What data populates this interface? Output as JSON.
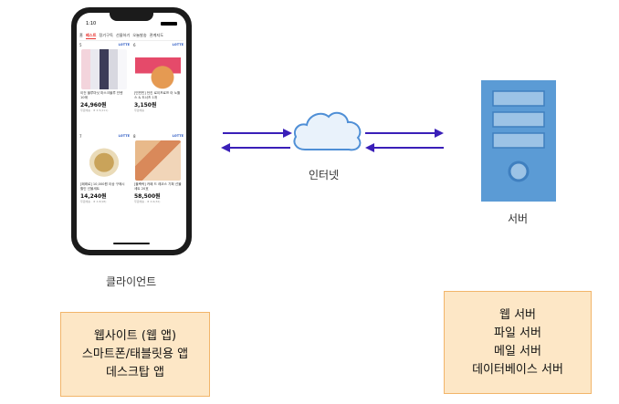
{
  "client": {
    "label": "클라이언트",
    "types": [
      "웹사이트 (웹 앱)",
      "스마트폰/태블릿용 앱",
      "데스크탑 앱"
    ],
    "phone": {
      "time": "1:10",
      "tabs": [
        "홈",
        "베스트",
        "정기구독",
        "선물하기",
        "오늘발송",
        "관계지도"
      ],
      "active_tab": "베스트",
      "products": [
        {
          "rank": "5",
          "logo": "LOTTE",
          "title": "이건 블루마닛 마스크블루 인텐 10매",
          "price": "24,960원",
          "meta": "무료배송 · ★ 4.5(211)"
        },
        {
          "rank": "6",
          "logo": "LOTTE",
          "title": "[빈빈빈] 던킨 로이프로프 아 노틀스 & 도너츠 1개",
          "price": "3,150원",
          "meta": "무료배송"
        },
        {
          "rank": "7",
          "logo": "LOTTE",
          "title": "[페레로] 10,000원 이상 구매시 할인 선물세트",
          "price": "14,240원",
          "meta": "무료배송 · ★ 4.8(98)"
        },
        {
          "rank": "8",
          "logo": "LOTTE",
          "title": "[블랙락] 카페 드 레코스 기획 선물세트 20호",
          "price": "58,500원",
          "meta": "무료배송 · ★ 4.6(32)"
        }
      ]
    }
  },
  "network": {
    "label": "인터넷"
  },
  "server": {
    "label": "서버",
    "types": [
      "웹 서버",
      "파일 서버",
      "메일 서버",
      "데이터베이스 서버"
    ]
  },
  "colors": {
    "arrow": "#3a1fb8",
    "cloud_fill": "#e9f2fb",
    "cloud_stroke": "#4f8fd6",
    "server_body": "#5b9bd5",
    "server_drive": "#9cc3e6",
    "box_fill": "#fde7c6",
    "box_border": "#f2b56a"
  }
}
